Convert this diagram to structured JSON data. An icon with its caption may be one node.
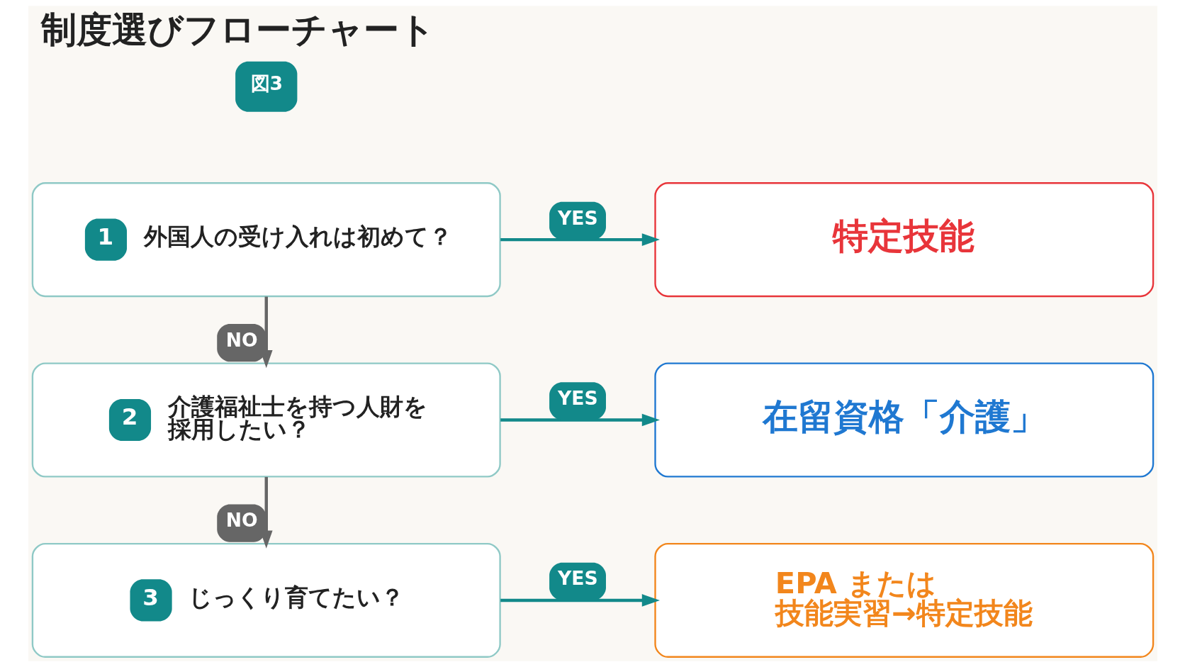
{
  "diagram": {
    "title": "制度選びフローチャート",
    "nodes": [
      {
        "text": [
          "1",
          "外国人の受け入れは初めて？"
        ]
      },
      {
        "text": [
          "特定技能"
        ]
      },
      {
        "text": [
          "2",
          "介護福祉士を持つ人財を採用したい？"
        ]
      },
      {
        "text": [
          "在留資格「介護」"
        ]
      },
      {
        "text": [
          "3",
          "じっくり育てたい？"
        ]
      },
      {
        "text": [
          "EPA または",
          "技能実習→特定技能"
        ]
      }
    ],
    "edges": [
      {
        "from": 0,
        "to": 1,
        "arrow": "to",
        "label": "YES"
      },
      {
        "from": 0,
        "to": 2,
        "arrow": "to",
        "label": "NO",
        "color": "#666666"
      },
      {
        "from": 2,
        "to": 3,
        "arrow": "to",
        "label": "YES"
      },
      {
        "from": 2,
        "to": 4,
        "arrow": "to",
        "label": "NO",
        "color": "#666666"
      },
      {
        "from": 4,
        "to": 5,
        "arrow": "to",
        "label": "YES"
      }
    ],
    "labels": [
      "図3"
    ]
  }
}
